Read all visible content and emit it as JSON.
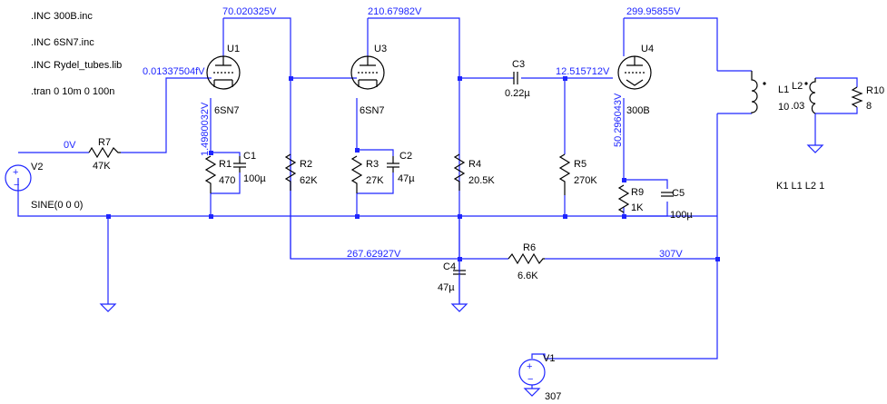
{
  "directives": [
    ".INC 300B.inc",
    ".INC 6SN7.inc",
    ".INC Rydel_tubes.lib",
    ".tran 0 10m 0 100n"
  ],
  "coupling": "K1 L1 L2 1",
  "components": {
    "U1": {
      "name": "U1",
      "model": "6SN7"
    },
    "U3": {
      "name": "U3",
      "model": "6SN7"
    },
    "U4": {
      "name": "U4",
      "model": "300B"
    },
    "V1": {
      "name": "V1",
      "value": "307"
    },
    "V2": {
      "name": "V2",
      "value": "SINE(0 0 0)"
    },
    "R1": {
      "name": "R1",
      "value": "470"
    },
    "R2": {
      "name": "R2",
      "value": "62K"
    },
    "R3": {
      "name": "R3",
      "value": "27K"
    },
    "R4": {
      "name": "R4",
      "value": "20.5K"
    },
    "R5": {
      "name": "R5",
      "value": "270K"
    },
    "R6": {
      "name": "R6",
      "value": "6.6K"
    },
    "R7": {
      "name": "R7",
      "value": "47K"
    },
    "R9": {
      "name": "R9",
      "value": "1K"
    },
    "R10": {
      "name": "R10",
      "value": "8"
    },
    "C1": {
      "name": "C1",
      "value": "100µ"
    },
    "C2": {
      "name": "C2",
      "value": "47µ"
    },
    "C3": {
      "name": "C3",
      "value": "0.22µ"
    },
    "C4": {
      "name": "C4",
      "value": "47µ"
    },
    "C5": {
      "name": "C5",
      "value": "100µ"
    },
    "L1": {
      "name": "L1",
      "value": "10"
    },
    "L2": {
      "name": "L2",
      "value": ".03"
    }
  },
  "node_voltages": {
    "u1_plate": "70.020325V",
    "u3_plate": "210.67982V",
    "u4_plate": "299.95855V",
    "u1_grid": "0.01337504fV",
    "u1_cathode": "1.4980032V",
    "u4_grid": "12.515712V",
    "u4_cathode": "50.296043V",
    "input": "0V",
    "b_plus_mid": "267.62927V",
    "b_plus": "307V"
  }
}
